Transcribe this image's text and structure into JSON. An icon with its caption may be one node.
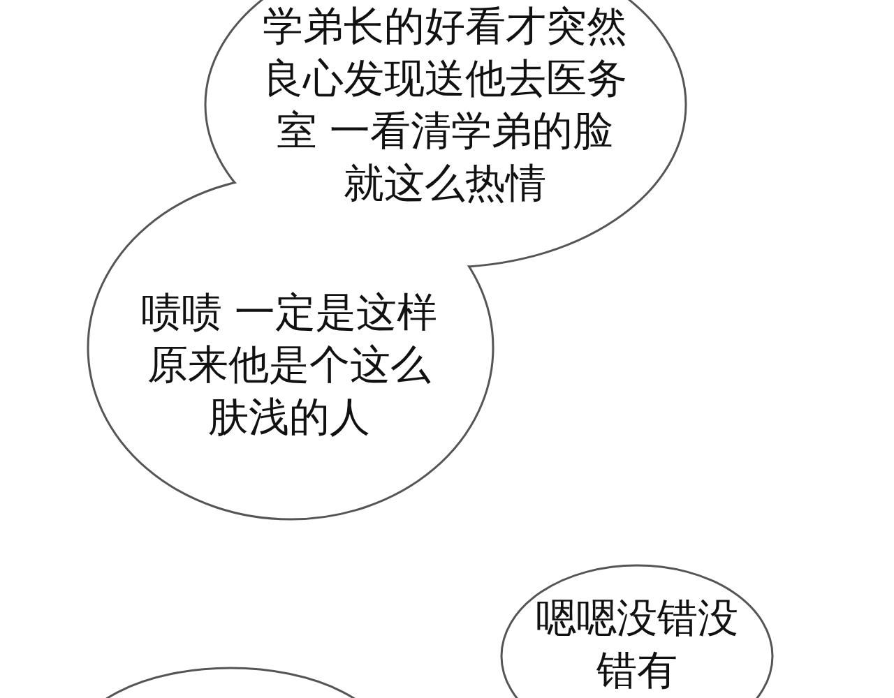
{
  "diagram": {
    "nodes": [
      {
        "text": [
          "学弟长的好看才突然良心发现送他去医务室 一看清学弟的脸就这么热情"
        ]
      },
      {
        "text": [
          "啧啧 一定是这样原来他是个这么肤浅的人"
        ]
      },
      {
        "text": [
          "嗯嗯没错没错有"
        ]
      },
      {
        "text": [],
        "shape": "ellipse"
      }
    ]
  }
}
